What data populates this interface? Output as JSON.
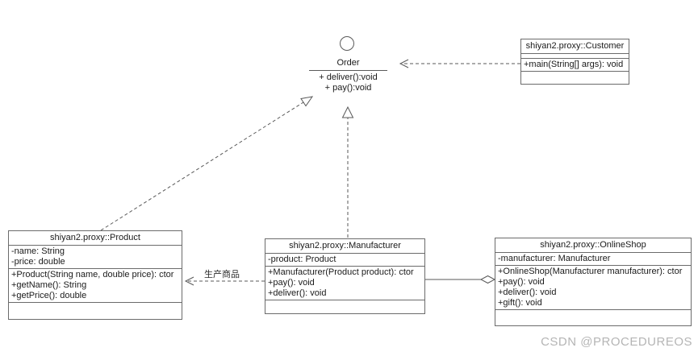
{
  "diagram": {
    "watermark": "CSDN @PROCEDUREOS",
    "interface_order": {
      "name": "Order",
      "operations": [
        "+ deliver():void",
        "+ pay():void"
      ]
    },
    "classes": {
      "customer": {
        "title": "shiyan2.proxy::Customer",
        "operations": [
          "+main(String[] args): void"
        ]
      },
      "product": {
        "title": "shiyan2.proxy::Product",
        "attributes": [
          "-name: String",
          "-price: double"
        ],
        "operations": [
          "+Product(String name, double price): ctor",
          "+getName(): String",
          "+getPrice(): double"
        ]
      },
      "manufacturer": {
        "title": "shiyan2.proxy::Manufacturer",
        "attributes": [
          "-product: Product"
        ],
        "operations": [
          "+Manufacturer(Product product): ctor",
          "+pay(): void",
          "+deliver(): void"
        ]
      },
      "onlineshop": {
        "title": "shiyan2.proxy::OnlineShop",
        "attributes": [
          "-manufacturer: Manufacturer"
        ],
        "operations": [
          "+OnlineShop(Manufacturer manufacturer): ctor",
          "+pay(): void",
          "+deliver(): void",
          "+gift(): void"
        ]
      }
    },
    "edges": {
      "produce_label": "生产商品"
    },
    "colors": {
      "background": "#ffffff",
      "box_border": "#6b6b6b",
      "connector": "#595959",
      "text": "#1a1a1a",
      "watermark": "#b5b5b5"
    }
  }
}
